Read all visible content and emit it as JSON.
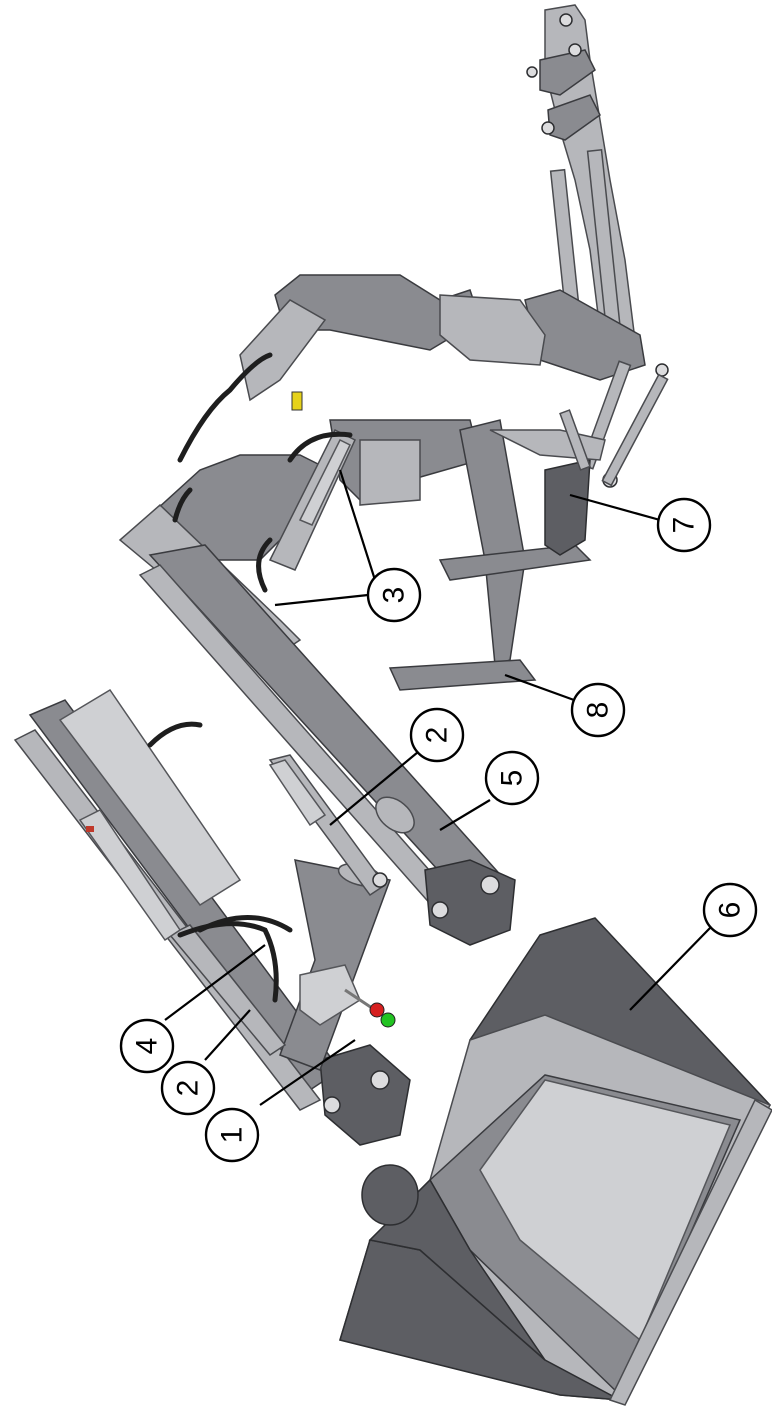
{
  "callouts": [
    {
      "id": "c1",
      "label": "1"
    },
    {
      "id": "c2a",
      "label": "2"
    },
    {
      "id": "c2b",
      "label": "2"
    },
    {
      "id": "c3",
      "label": "3"
    },
    {
      "id": "c4",
      "label": "4"
    },
    {
      "id": "c5",
      "label": "5"
    },
    {
      "id": "c6",
      "label": "6"
    },
    {
      "id": "c7",
      "label": "7"
    },
    {
      "id": "c8",
      "label": "8"
    }
  ],
  "colors": {
    "steel_dark": "#5d5e63",
    "steel_mid": "#8a8b90",
    "steel_light": "#b6b7bb",
    "hose": "#1e1e1e",
    "valve_red": "#d62020",
    "valve_green": "#22c322",
    "fitting_yellow": "#e6d21a"
  }
}
